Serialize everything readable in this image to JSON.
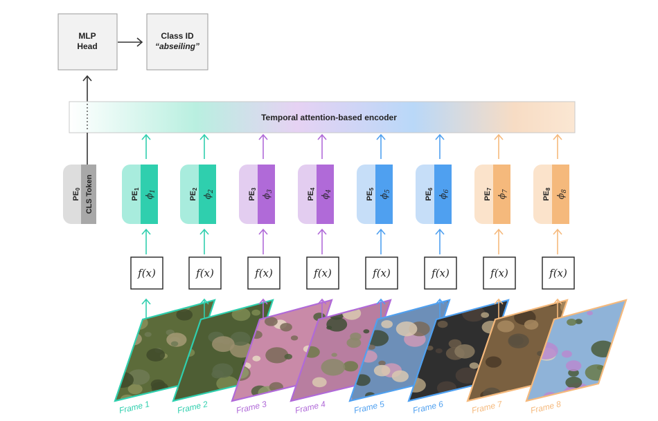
{
  "head": {
    "mlp_line1": "MLP",
    "mlp_line2": "Head",
    "class_line1": "Class ID",
    "class_line2": "“abseiling”"
  },
  "encoder": {
    "label": "Temporal attention-based encoder"
  },
  "cls": {
    "pe_label": "PE",
    "pe_sub": "0",
    "token_label": "CLS Token"
  },
  "columns": [
    {
      "pe": "PE",
      "pe_sub": "1",
      "phi": "ϕ",
      "phi_sub": "1",
      "fx": "f(x)",
      "frame": "Frame 1",
      "color": "#2fcfae",
      "light": "#a8ecdd"
    },
    {
      "pe": "PE",
      "pe_sub": "2",
      "phi": "ϕ",
      "phi_sub": "2",
      "fx": "f(x)",
      "frame": "Frame 2",
      "color": "#2fcfae",
      "light": "#a8ecdd"
    },
    {
      "pe": "PE",
      "pe_sub": "3",
      "phi": "ϕ",
      "phi_sub": "3",
      "fx": "f(x)",
      "frame": "Frame 3",
      "color": "#b06ad8",
      "light": "#e3cdf0"
    },
    {
      "pe": "PE",
      "pe_sub": "4",
      "phi": "ϕ",
      "phi_sub": "4",
      "fx": "f(x)",
      "frame": "Frame 4",
      "color": "#b06ad8",
      "light": "#e3cdf0"
    },
    {
      "pe": "PE",
      "pe_sub": "5",
      "phi": "ϕ",
      "phi_sub": "5",
      "fx": "f(x)",
      "frame": "Frame 5",
      "color": "#4fa0f0",
      "light": "#c6def8"
    },
    {
      "pe": "PE",
      "pe_sub": "6",
      "phi": "ϕ",
      "phi_sub": "6",
      "fx": "f(x)",
      "frame": "Frame 6",
      "color": "#4fa0f0",
      "light": "#c6def8"
    },
    {
      "pe": "PE",
      "pe_sub": "7",
      "phi": "ϕ",
      "phi_sub": "7",
      "fx": "f(x)",
      "frame": "Frame 7",
      "color": "#f5b97c",
      "light": "#fbe3cb"
    },
    {
      "pe": "PE",
      "pe_sub": "8",
      "phi": "ϕ",
      "phi_sub": "8",
      "fx": "f(x)",
      "frame": "Frame 8",
      "color": "#f5b97c",
      "light": "#fbe3cb"
    }
  ]
}
